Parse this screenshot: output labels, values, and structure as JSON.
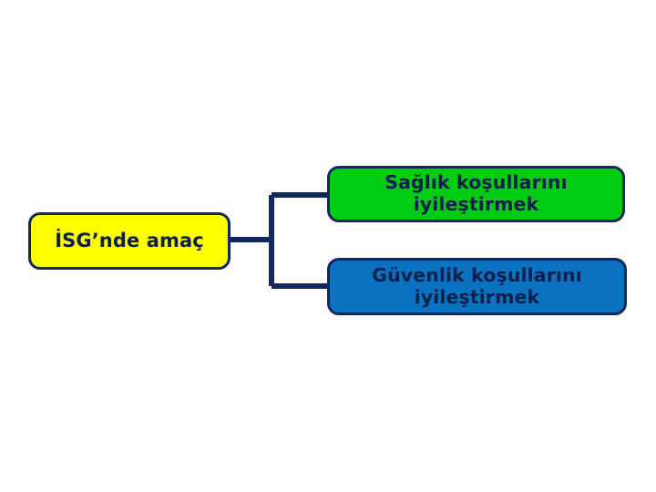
{
  "diagram": {
    "type": "tree",
    "orientation": "left-to-right",
    "background_color": "#FFFFFF",
    "line_color": "#12285A",
    "root": {
      "label": "İSG’nde amaç",
      "fill_color": "#FFFF00",
      "text_color": "#0D1F4A",
      "border_color": "#12285A"
    },
    "branches": [
      {
        "label": "Sağlık koşullarını iyileştirmek",
        "fill_color": "#00CC11",
        "text_color": "#0D1F4A",
        "border_color": "#12285A"
      },
      {
        "label": "Güvenlik koşullarını iyileştirmek",
        "fill_color": "#0A72C0",
        "text_color": "#0D1F4A",
        "border_color": "#12285A"
      }
    ]
  }
}
